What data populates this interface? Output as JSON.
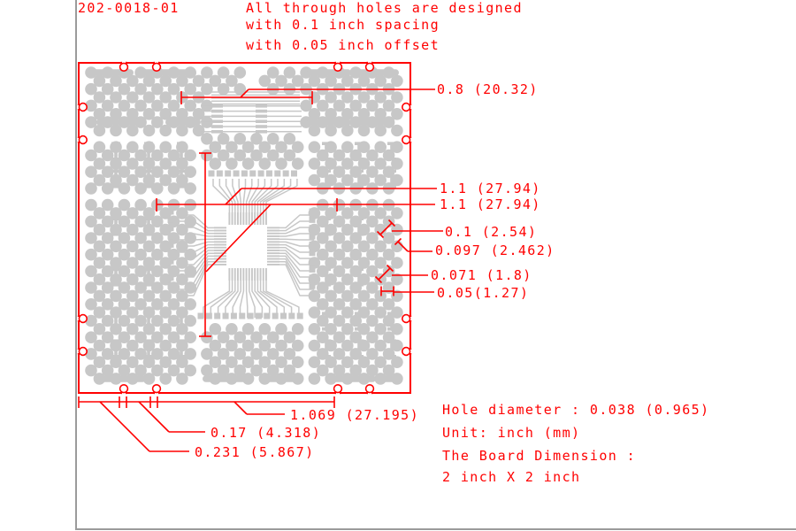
{
  "drawing": {
    "title": "202-0018-01",
    "notes": [
      "All through holes are designed",
      "with 0.1 inch spacing",
      "with 0.05 inch offset"
    ],
    "callouts_right": [
      "0.8 (20.32)",
      "1.1 (27.94)",
      "1.1 (27.94)",
      "0.1 (2.54)",
      "0.097 (2.462)",
      "0.071 (1.8)",
      "0.05(1.27)"
    ],
    "callouts_bottom": [
      "1.069 (27.195)",
      "0.17 (4.318)",
      "0.231 (5.867)"
    ],
    "info": [
      "Hole diameter : 0.038 (0.965)",
      "Unit: inch (mm)",
      "The Board Dimension :",
      "2 inch X 2 inch"
    ]
  },
  "colors": {
    "annotation": "#ff0000",
    "copper": "#c7c7c7",
    "page_line": "#9b9b9b",
    "background": "#ffffff"
  }
}
